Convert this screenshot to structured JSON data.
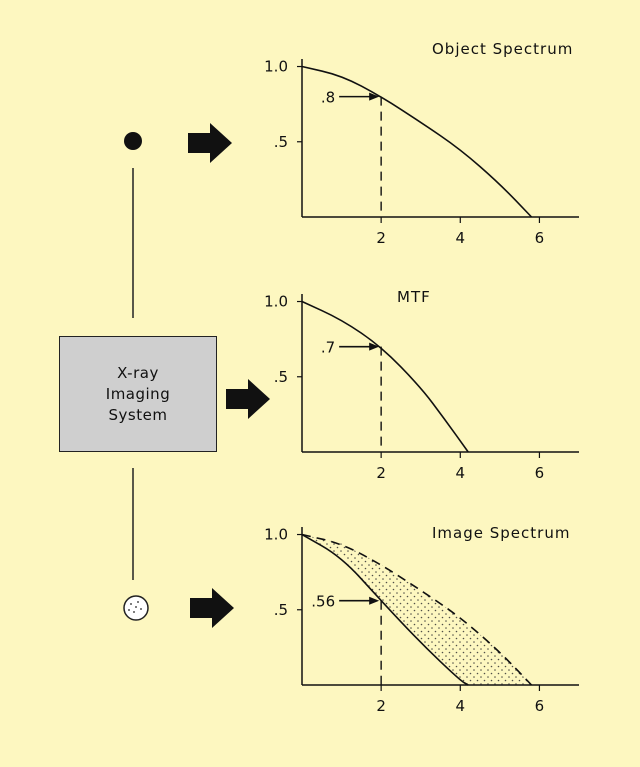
{
  "system_box": {
    "lines": [
      "X-ray",
      "Imaging",
      "System"
    ]
  },
  "colors": {
    "background": "#fdf7c0",
    "box": "#cfcfcf",
    "ink": "#111111"
  },
  "icons": {
    "object": "solid-dot-icon",
    "image": "blurred-dot-icon",
    "arrow": "block-arrow-icon"
  },
  "chart_data": [
    {
      "type": "line",
      "title": "Object Spectrum",
      "y_ticks": [
        "1.0",
        ".5"
      ],
      "x_ticks": [
        "2",
        "4",
        "6"
      ],
      "xlim": [
        0,
        7
      ],
      "ylim": [
        0,
        1.05
      ],
      "series": [
        {
          "x": [
            0,
            1,
            2,
            3,
            4,
            5,
            5.8
          ],
          "y": [
            1.0,
            0.94,
            0.8,
            0.63,
            0.45,
            0.22,
            0.0
          ]
        }
      ],
      "annotation": {
        "x": 2,
        "y": 0.8,
        "label": ".8"
      }
    },
    {
      "type": "line",
      "title": "MTF",
      "y_ticks": [
        "1.0",
        ".5"
      ],
      "x_ticks": [
        "2",
        "4",
        "6"
      ],
      "xlim": [
        0,
        7
      ],
      "ylim": [
        0,
        1.05
      ],
      "series": [
        {
          "x": [
            0,
            1,
            2,
            3,
            3.6,
            4.2
          ],
          "y": [
            1.0,
            0.88,
            0.7,
            0.43,
            0.22,
            0.0
          ]
        }
      ],
      "annotation": {
        "x": 2,
        "y": 0.7,
        "label": ".7"
      }
    },
    {
      "type": "line",
      "title": "Image Spectrum",
      "y_ticks": [
        "1.0",
        ".5"
      ],
      "x_ticks": [
        "2",
        "4",
        "6"
      ],
      "xlim": [
        0,
        7
      ],
      "ylim": [
        0,
        1.05
      ],
      "series": [
        {
          "x": [
            0,
            1,
            2,
            3,
            4,
            4.2
          ],
          "y": [
            1.0,
            0.85,
            0.56,
            0.28,
            0.03,
            0.0
          ]
        },
        {
          "x": [
            0,
            1,
            2,
            3,
            4,
            5,
            5.8
          ],
          "y": [
            1.0,
            0.94,
            0.8,
            0.63,
            0.45,
            0.22,
            0.0
          ]
        }
      ],
      "annotation": {
        "x": 2,
        "y": 0.56,
        "label": ".56"
      }
    }
  ]
}
